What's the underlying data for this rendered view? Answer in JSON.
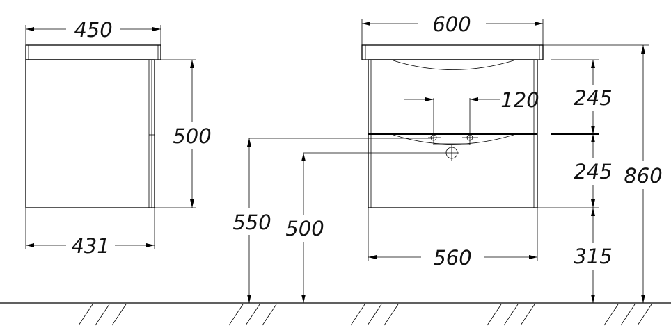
{
  "side_view": {
    "top_width": "450",
    "height": "500",
    "body_depth": "431"
  },
  "front_view": {
    "top_width": "600",
    "body_width": "560",
    "tap_spacing": "120",
    "upper_drawer": "245",
    "lower_drawer": "245",
    "floor_clearance": "315",
    "total_height": "860",
    "tap_height": "550",
    "drain_height": "500"
  },
  "colors": {
    "line": "#000000",
    "background": "#ffffff"
  }
}
